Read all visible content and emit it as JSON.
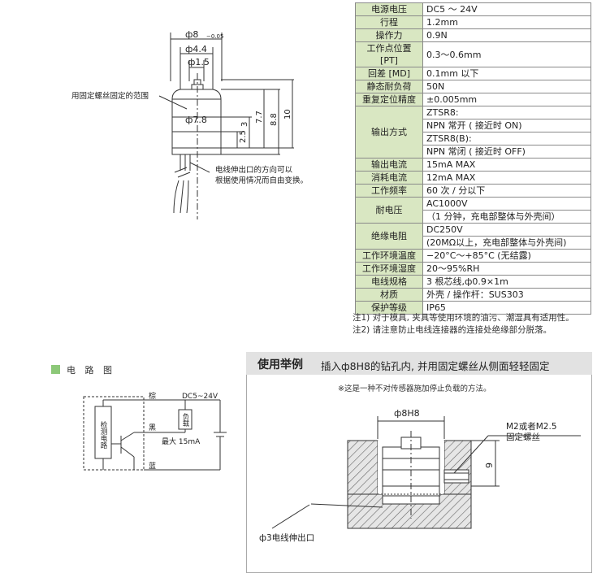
{
  "specs": [
    {
      "k": "电源电压",
      "v": [
        "DC5 ～ 24V"
      ]
    },
    {
      "k": "行程",
      "v": [
        "1.2mm"
      ]
    },
    {
      "k": "操作力",
      "v": [
        "0.9N"
      ]
    },
    {
      "k": "工作点位置 [PT]",
      "v": [
        "0.3～0.6mm"
      ]
    },
    {
      "k": "回差 [MD]",
      "v": [
        "0.1mm 以下"
      ]
    },
    {
      "k": "静态耐负荷",
      "v": [
        "50N"
      ]
    },
    {
      "k": "重复定位精度",
      "v": [
        "±0.005mm"
      ]
    },
    {
      "k": "输出方式",
      "v": [
        "ZTSR8:",
        "NPN 常开 ( 接近时 ON)",
        "ZTSR8(B):",
        "NPN 常闭 ( 接近时 OFF)"
      ]
    },
    {
      "k": "输出电流",
      "v": [
        "15mA MAX"
      ]
    },
    {
      "k": "消耗电流",
      "v": [
        "12mA MAX"
      ]
    },
    {
      "k": "工作频率",
      "v": [
        "60 次 / 分以下"
      ]
    },
    {
      "k": "耐电压",
      "v": [
        "AC1000V",
        "（1 分钟，充电部整体与外壳间）"
      ]
    },
    {
      "k": "绝缘电阻",
      "v": [
        "DC250V",
        "(20MΩ以上，充电部整体与外壳间)"
      ]
    },
    {
      "k": "工作环境温度",
      "v": [
        "−20°C～+85°C (无结露)"
      ]
    },
    {
      "k": "工作环境湿度",
      "v": [
        "20～95%RH"
      ]
    },
    {
      "k": "电线规格",
      "v": [
        "3 根芯线,ф0.9×1m"
      ]
    },
    {
      "k": "材质",
      "v": [
        "外壳 / 操作杆：SUS303"
      ]
    },
    {
      "k": "保护等级",
      "v": [
        "IP65"
      ]
    }
  ],
  "notes": [
    "注1) 对于模具, 夹具等使用环境的油污、潮湿具有适用性。",
    "注2) 请注意防止电线连接器的连接处绝缘部分脱落。"
  ],
  "dimension_drawing": {
    "phi8": "ф8",
    "phi8_tol": "−0.05",
    "phi4_4": "ф4.4",
    "phi1_5": "ф1.5",
    "phi7_8": "ф7.8",
    "dim_2_5": "2.5",
    "dim_3": "3",
    "dim_7_7": "7.7",
    "dim_8_8": "8.8",
    "dim_10": "10",
    "label_fix_range": "用固定螺丝固定的范围",
    "label_cable_line1": "电线伸出口的方向可以",
    "label_cable_line2": "根据使用情况而自由变换。"
  },
  "circuit": {
    "title": "电 路 图",
    "supply": "DC5~24V",
    "brown": "棕",
    "black": "黑",
    "blue": "蓝",
    "detect": "检测电路",
    "load": "负载",
    "max_current": "最大 15mA"
  },
  "usage": {
    "title": "使用举例",
    "subtitle": "插入ф8H8的钻孔内, 并用固定螺丝从侧面轻轻固定",
    "note": "※这是一种不对传感器施加停止负载的方法。",
    "phi8h8": "ф8H8",
    "screw_line1": "M2或者M2.5",
    "screw_line2": "固定螺丝",
    "dim_9": "9",
    "cable_exit": "ф3电线伸出口"
  }
}
